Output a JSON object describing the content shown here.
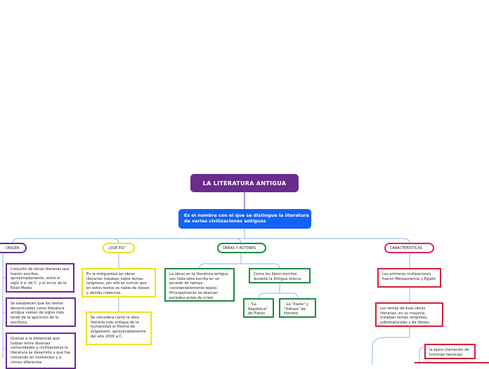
{
  "root": {
    "title": "LA  LITERATURA ANTIGUA"
  },
  "definition": {
    "text": "Es el nombre con el que se distingue la literatura de varias civilizaciones antiguas"
  },
  "branches": {
    "origen": {
      "label": "ORIGEN",
      "items": [
        "Conjunto de obras literarias que fueron escritas, aproximadamente, entre el siglo V a. de C. y el inicio de la Edad Media",
        "Se establecen que los textos denominados como literatura antigua vienen de siglos más tarde de la aparición de la escritura.",
        "Gracias a la distancias que habían entre diversas comunidades y civilizaciones la literatura se desarrollo y que fue creciendo en momentos y a ritmos diferentes"
      ]
    },
    "que_es": {
      "label": "¿QUE ES?",
      "items": [
        "En la antiguedad las obras literarias trataban sobre temas religiosos, por ello es común que en estos textos se hable de dioses y demás creencias.",
        "Se considera como la obra literaria más antigua de la humanidad el Poema de Gilgamesh, aproximadamente del año 2000 a.C."
      ]
    },
    "obras": {
      "label": "OBRAS Y AUTORES",
      "left_text": "La obras en la literatura antigua son toda obra escrita en un periodo de tiempo considerablemente lejano. Principalmente se abarcan periodos antes de cristo",
      "greek_text": "Como los libros escritos durante la Antigua Grecia:",
      "republica": "- \"La República\" de Platón",
      "iliada": "- La \"Iliada\" y \"Odisea\" de Homero"
    },
    "caracteristicas": {
      "label": "CARACTERISTICAS",
      "items": [
        "Las primeras civilizaciones fueron Mesopotamia y Egipto",
        "Los temas de esas obras literarias, en su mayoría, trataban temas religiosos, sobrenaturales y de dioses.",
        "la épica (narración de historias heroicas)"
      ]
    }
  },
  "colors": {
    "root": "#6a2c8e",
    "definition": "#1262f5",
    "connector": "#8fb3f5",
    "origen": "#6a2c8e",
    "que_es": "#f0e21c",
    "obras": "#1e8b46",
    "caracteristicas": "#e0245e",
    "caracteristicas_items": "#d32038"
  }
}
